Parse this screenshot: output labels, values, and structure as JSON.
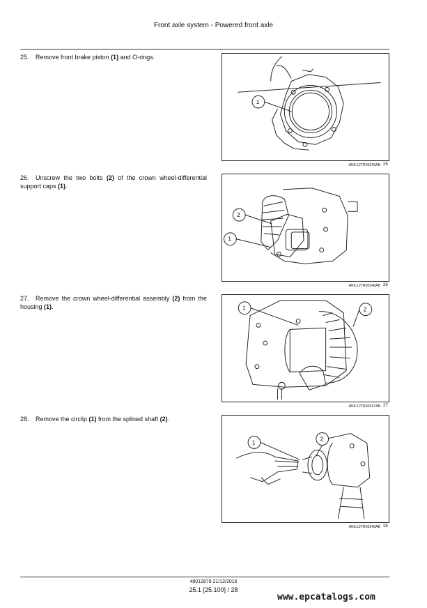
{
  "header": {
    "title": "Front axle system - Powered front axle"
  },
  "steps": [
    {
      "num": "25.",
      "text": "Remove front brake piston (1) and O-rings.",
      "fig_code": "ANIL12TR00345AB",
      "fig_num": "25"
    },
    {
      "num": "26.",
      "text": "Unscrew the two bolts (2) of the crown wheel-differential support caps (1).",
      "fig_code": "ANIL12TR00346AB",
      "fig_num": "26"
    },
    {
      "num": "27.",
      "text": "Remove the crown wheel-differential assembly (2) from the housing (1).",
      "fig_code": "ANIL12TR00347AB",
      "fig_num": "27"
    },
    {
      "num": "28.",
      "text": "Remove the circlip (1) from the splined shaft (2).",
      "fig_code": "ANIL12TR00348AB",
      "fig_num": "28"
    }
  ],
  "callouts": {
    "one": "1",
    "two": "2"
  },
  "footer": {
    "doc_ref": "48012878 21/12/2016",
    "page_ref": "25.1 [25.100] / 28"
  },
  "watermark": "www.epcatalogs.com"
}
